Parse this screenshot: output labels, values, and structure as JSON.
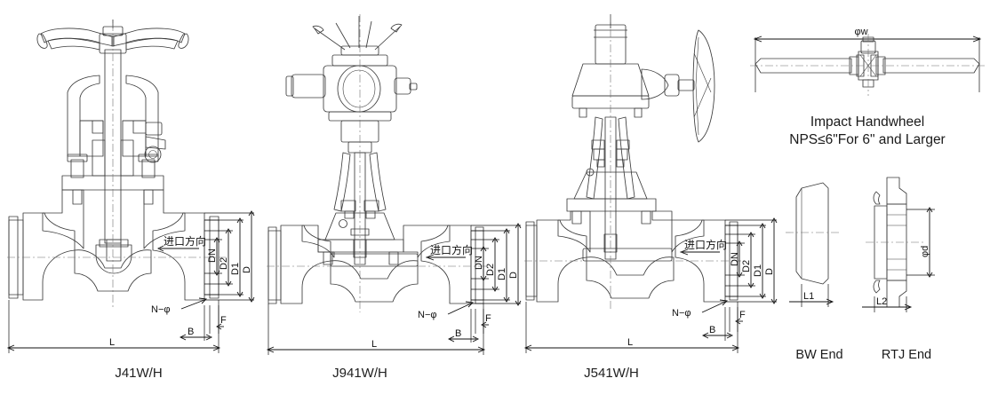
{
  "drawing": {
    "title_visible": false,
    "background": "#ffffff",
    "palette": {
      "line": "#333333",
      "steel_light": "#fdfdfd",
      "steel_mid": "#b9b9b9",
      "steel_dark": "#8e8e8e",
      "blue_light": "#cfe4f7",
      "blue_mid": "#4f93d1",
      "blue_dark": "#1c5fa8",
      "orange": "#ef8a2a",
      "orange_dark": "#c96a15",
      "yellow": "#f5e623",
      "red": "#d61f1f",
      "packing_dark": "#7d1f1f"
    }
  },
  "valves": [
    {
      "id": "j41wh",
      "label": "J41W/H",
      "operator": "handwheel",
      "flow_note": "进口方向",
      "dimensions": {
        "vertical": [
          "DN",
          "D2",
          "D1",
          "D"
        ],
        "bolt_note": "N−φ",
        "flange_face": "F",
        "raised_face": "B",
        "length": "L"
      }
    },
    {
      "id": "j941wh",
      "label": "J941W/H",
      "operator": "electric-actuator",
      "flow_note": "进口方向",
      "dimensions": {
        "vertical": [
          "DN",
          "D2",
          "D1",
          "D"
        ],
        "bolt_note": "N−φ",
        "flange_face": "F",
        "raised_face": "B",
        "length": "L"
      }
    },
    {
      "id": "j541wh",
      "label": "J541W/H",
      "operator": "bevel-gear",
      "flow_note": "进口方向",
      "dimensions": {
        "vertical": [
          "DN",
          "D2",
          "D1",
          "D"
        ],
        "bolt_note": "N−φ",
        "flange_face": "F",
        "raised_face": "B",
        "length": "L"
      }
    }
  ],
  "impact_handwheel": {
    "width_dim": "φw",
    "note_line1": "Impact Handwheel",
    "note_line2": "NPS≤6\"For 6\" and Larger"
  },
  "ends": [
    {
      "id": "bw",
      "label": "BW End",
      "dim": "L1"
    },
    {
      "id": "rtj",
      "label": "RTJ End",
      "dim": "L2",
      "bore_dim": "φd"
    }
  ]
}
